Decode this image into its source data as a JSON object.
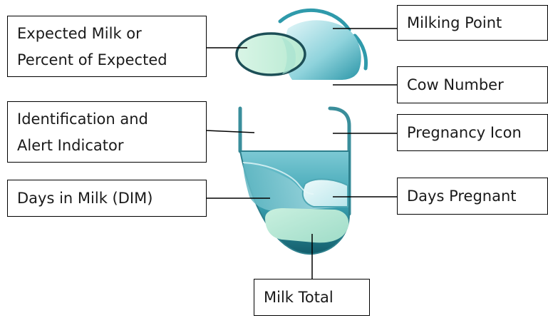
{
  "labels": {
    "expected_milk": {
      "line1": "Expected Milk or",
      "line2": "Percent of Expected"
    },
    "milking_point": "Milking Point",
    "cow_number": "Cow Number",
    "identification": {
      "line1": "Identification and",
      "line2": "Alert Indicator"
    },
    "pregnancy_icon": "Pregnancy Icon",
    "days_in_milk": "Days in Milk (DIM)",
    "days_pregnant": "Days Pregnant",
    "milk_total": "Milk Total"
  },
  "colors": {
    "teal_dark": "#1f6f7d",
    "teal_mid": "#3fa3b3",
    "teal_light": "#a9e0e6",
    "mint_fill": "#c4efdb",
    "outline": "#2f5e66"
  }
}
